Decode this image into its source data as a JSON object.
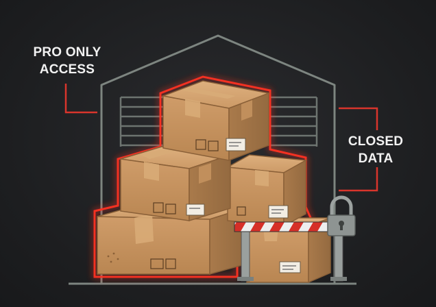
{
  "callouts": {
    "pro_access": {
      "line1": "PRO ONLY",
      "line2": "ACCESS"
    },
    "closed_data": {
      "line1": "CLOSED",
      "line2": "DATA"
    }
  },
  "colors": {
    "background": "#1f2022",
    "warehouse_outline": "#7d8580",
    "callout_line": "#d9352c",
    "glow": "#ff2a1a",
    "box_main": "#c79463",
    "box_shade": "#a87849",
    "tape": "#d8ab77",
    "barrier_red": "#d62f28",
    "barrier_white": "#eeeeee",
    "lock_gray": "#8e9492"
  },
  "icons": [
    "warehouse-icon",
    "cardboard-box-icon",
    "boom-barrier-icon",
    "padlock-icon"
  ]
}
